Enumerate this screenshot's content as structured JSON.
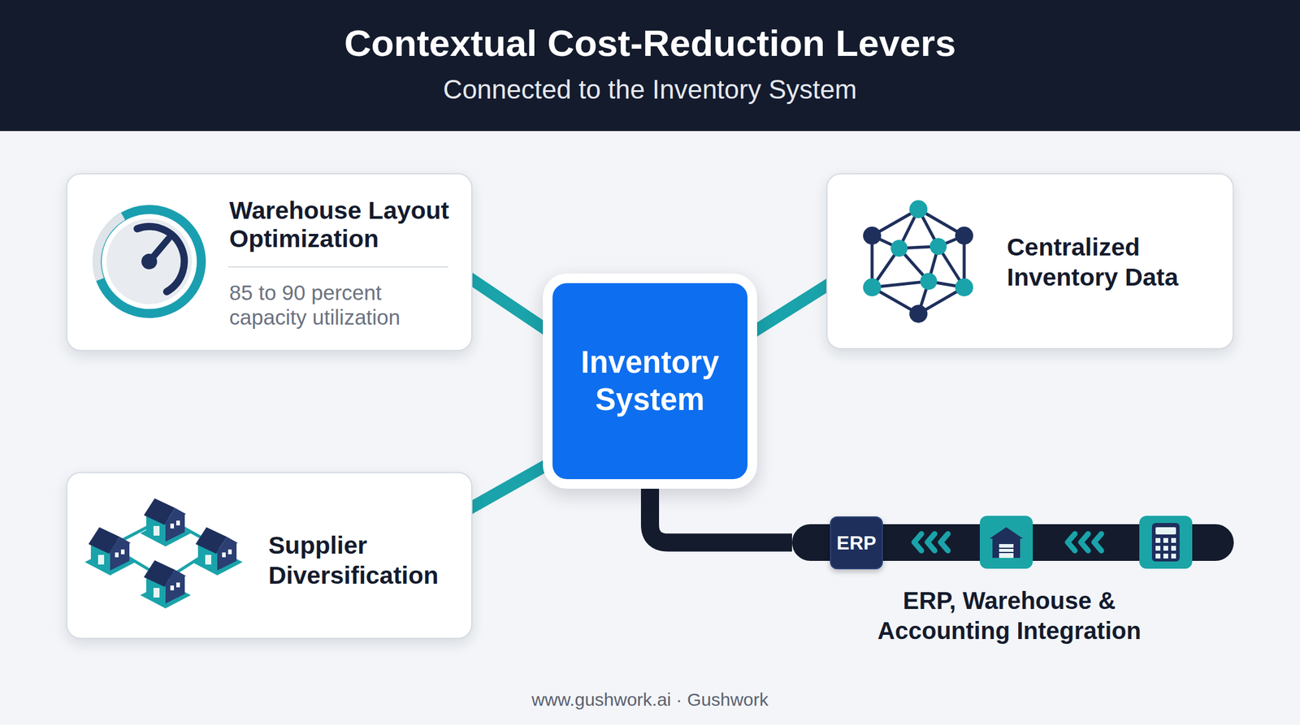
{
  "diagram": {
    "title": "Contextual Cost-Reduction Levers",
    "nodes": [
      {
        "text": [
          "Warehouse Layout Optimization",
          "85 to 90 percent capacity utilization"
        ]
      },
      {
        "text": [
          "Centralized Inventory Data"
        ]
      },
      {
        "text": [
          "Inventory System"
        ]
      },
      {
        "text": [
          "Supplier Diversification"
        ]
      },
      {
        "text": [
          "ERP, Warehouse & Accounting Integration"
        ]
      },
      {
        "text": [
          "ERP"
        ],
        "in": 4
      }
    ],
    "edges": [
      {
        "from": 2,
        "to": 0,
        "arrow": "none"
      },
      {
        "from": 2,
        "to": 1,
        "arrow": "none"
      },
      {
        "from": 2,
        "to": 3,
        "arrow": "none"
      },
      {
        "from": 2,
        "to": 4,
        "arrow": "none"
      }
    ],
    "labels": [
      "Connected to the Inventory System",
      "www.gushwork.ai · Gushwork"
    ]
  }
}
